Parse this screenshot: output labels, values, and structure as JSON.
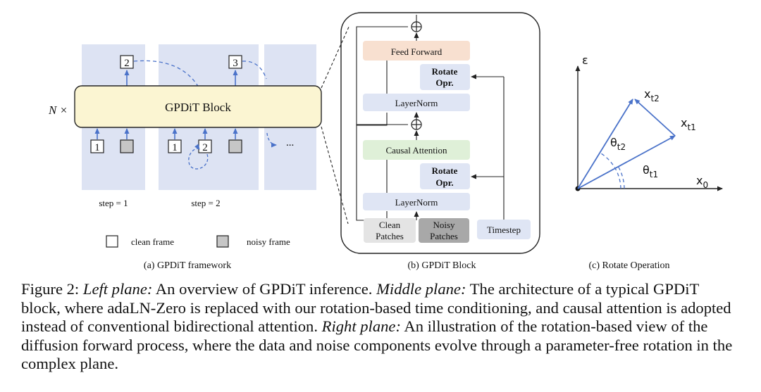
{
  "panel_a": {
    "n_times": "N ×",
    "block_label": "GPDiT Block",
    "step1": "step = 1",
    "step2": "step = 2",
    "ellipsis": "...",
    "out_frame_1": "2",
    "out_frame_2": "3",
    "in_frame_1": "1",
    "in_frame_2": "1",
    "in_frame_3": "2",
    "legend_clean": "clean frame",
    "legend_noisy": "noisy frame",
    "caption": "(a) GPDiT framework"
  },
  "panel_b": {
    "feed_forward": "Feed Forward",
    "rotate_1a": "Rotate",
    "rotate_1b": "Opr.",
    "layernorm_1": "LayerNorm",
    "causal_attention": "Causal Attention",
    "rotate_2a": "Rotate",
    "rotate_2b": "Opr.",
    "layernorm_2": "LayerNorm",
    "clean_a": "Clean",
    "clean_b": "Patches",
    "noisy_a": "Noisy",
    "noisy_b": "Patches",
    "timestep": "Timestep",
    "plus": "⊕",
    "caption": "(b) GPDiT Block"
  },
  "panel_c": {
    "eps": "ε",
    "x_t2": "x",
    "x_t2_sub": "t2",
    "x_t1": "x",
    "x_t1_sub": "t1",
    "theta_t2": "θ",
    "theta_t2_sub": "t2",
    "theta_t1": "θ",
    "theta_t1_sub": "t1",
    "x0": "x",
    "x0_sub": "0",
    "caption": "(c) Rotate Operation"
  },
  "caption": {
    "prefix": "Figure 2: ",
    "left_label": "Left plane:",
    "left_text": " An overview of GPDiT inference. ",
    "middle_label": "Middle plane:",
    "middle_text": " The architecture of a typical GPDiT block, where adaLN-Zero is replaced with our rotation-based time conditioning, and causal attention is adopted instead of conventional bidirectional attention. ",
    "right_label": "Right plane:",
    "right_text": " An illustration of the rotation-based view of the diffusion forward process, where the data and noise components evolve through a parameter-free rotation in the complex plane."
  },
  "colors": {
    "panel_bg": "#dde3f3",
    "block_fill": "#fbf5d2",
    "arrow_blue": "#4a72c9",
    "ff_fill": "#f8e0d0",
    "attn_fill": "#dff0d8",
    "norm_fill": "#dfe5f4",
    "clean_fill": "#e4e4e4",
    "noisy_fill": "#a8a8a8",
    "noisy_frame": "#c6c6c6"
  }
}
